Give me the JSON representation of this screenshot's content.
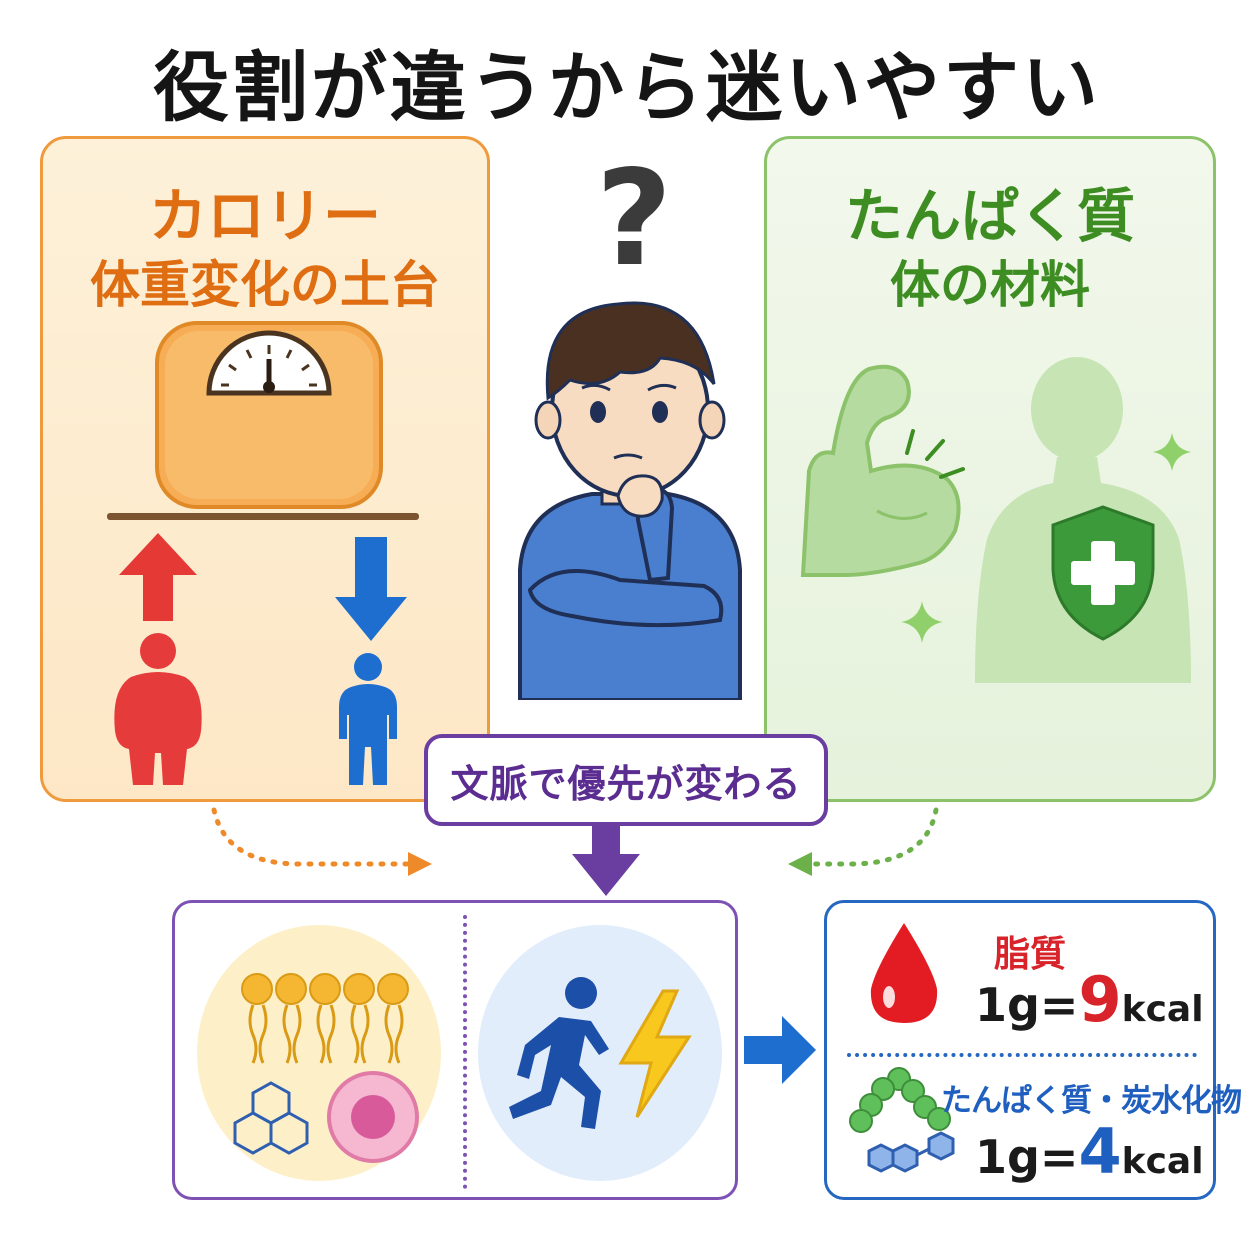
{
  "title": "役割が違うから迷いやすい",
  "calorie_panel": {
    "heading": "カロリー",
    "subheading": "体重変化の土台",
    "accent_color": "#df6d12",
    "icons": [
      "bathroom-scale-icon",
      "up-arrow-icon",
      "overweight-person-icon",
      "down-arrow-icon",
      "slim-person-icon"
    ]
  },
  "protein_panel": {
    "heading": "たんぱく質",
    "subheading": "体の材料",
    "accent_color": "#3d8d22",
    "icons": [
      "flexed-arm-icon",
      "body-silhouette-icon",
      "shield-cross-icon",
      "sparkle-icon"
    ]
  },
  "center": {
    "icons": [
      "question-mark-icon",
      "thinking-person-icon"
    ]
  },
  "context": {
    "label": "文脈で優先が変わる",
    "accent_color": "#5b2d91"
  },
  "roles_box": {
    "icons": [
      "lipid-molecule-icon",
      "hexagon-structure-icon",
      "cell-icon",
      "running-person-icon",
      "lightning-icon"
    ]
  },
  "kcal": {
    "fat": {
      "label": "脂質",
      "prefix": "1g=",
      "value": "9",
      "unit": "kcal",
      "color": "#d8232a",
      "icon": "blood-drop-icon"
    },
    "protein_carb": {
      "label": "たんぱく質・炭水化物",
      "prefix": "1g=",
      "value": "4",
      "unit": "kcal",
      "color": "#1e5fbf",
      "icon": "amino-chain-icon"
    }
  }
}
